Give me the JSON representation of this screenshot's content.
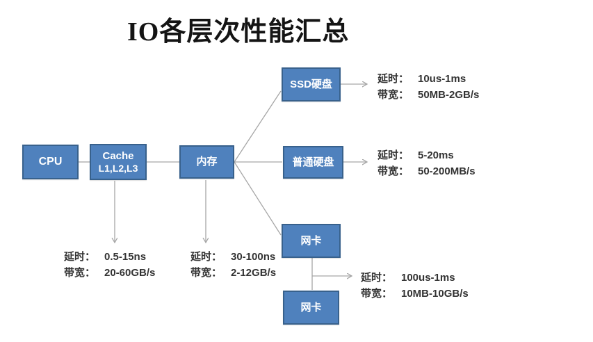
{
  "title": "IO各层次性能汇总",
  "colors": {
    "node_fill": "#4f81bd",
    "node_border": "#38618c",
    "node_text": "#ffffff",
    "connector": "#a6a6a6",
    "annotation_text": "#333333",
    "background": "#ffffff"
  },
  "nodes": {
    "cpu": {
      "label": "CPU"
    },
    "cache": {
      "line1": "Cache",
      "line2": "L1,L2,L3"
    },
    "memory": {
      "label": "内存"
    },
    "ssd": {
      "label": "SSD硬盘"
    },
    "hdd": {
      "label": "普通硬盘"
    },
    "nic_top": {
      "label": "网卡"
    },
    "nic_bottom": {
      "label": "网卡"
    }
  },
  "annotations": {
    "latency_label": "延时：",
    "bandwidth_label": "带宽：",
    "cache": {
      "latency": "0.5-15ns",
      "bandwidth": "20-60GB/s"
    },
    "memory": {
      "latency": "30-100ns",
      "bandwidth": "2-12GB/s"
    },
    "ssd": {
      "latency": "10us-1ms",
      "bandwidth": "50MB-2GB/s"
    },
    "hdd": {
      "latency": "5-20ms",
      "bandwidth": "50-200MB/s"
    },
    "nic": {
      "latency": "100us-1ms",
      "bandwidth": "10MB-10GB/s"
    }
  }
}
